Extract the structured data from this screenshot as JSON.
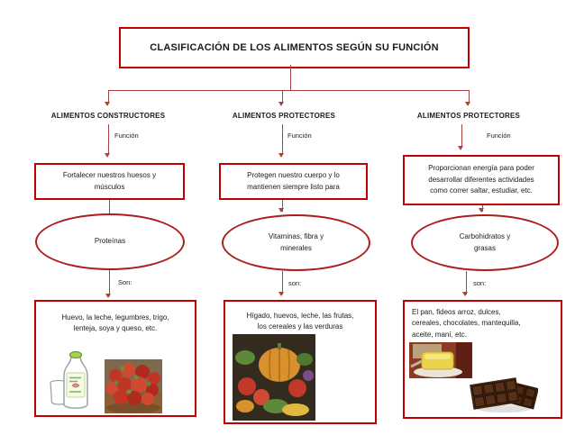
{
  "title": "CLASIFICACIÓN DE LOS ALIMENTOS SEGÚN SU FUNCIÓN",
  "columns": [
    {
      "header": "ALIMENTOS CONSTRUCTORES",
      "connector_label": "Función",
      "function_text": "Fortalecer nuestros huesos y\nmúsculos",
      "nutrient": "Proteínas",
      "examples_label": "Son:",
      "examples": "Huevo, la leche, legumbres, trigo,\nlenteja, soya y queso, etc.",
      "images": [
        "milk-bottle-image",
        "strawberries-image"
      ]
    },
    {
      "header": "ALIMENTOS PROTECTORES",
      "connector_label": "Función",
      "function_text": "Protegen nuestro cuerpo y lo\nmantienen siempre listo para",
      "nutrient": "Vitaminas, fibra y\nminerales",
      "examples_label": "son:",
      "examples": "Hígado, huevos, leche, las frutas,\nlos cereales y las verduras",
      "images": [
        "vegetables-image"
      ]
    },
    {
      "header": "ALIMENTOS PROTECTORES",
      "connector_label": "Función",
      "function_text": "Proporcionan energía para poder\ndesarrollar diferentes actividades\ncomo correr saltar, estudiar, etc.",
      "nutrient": "Carbohidratos y\ngrasas",
      "examples_label": "son:",
      "examples": "El pan, fideos arroz, dulces,\ncereales, chocolates, mantequilla,\naceite, maní, etc.",
      "images": [
        "butter-image",
        "chocolate-bars-image"
      ]
    }
  ],
  "colors": {
    "box_border": "#c00000",
    "connector_line": "#a8423c",
    "text": "#1b1b1b",
    "background": "#ffffff"
  }
}
